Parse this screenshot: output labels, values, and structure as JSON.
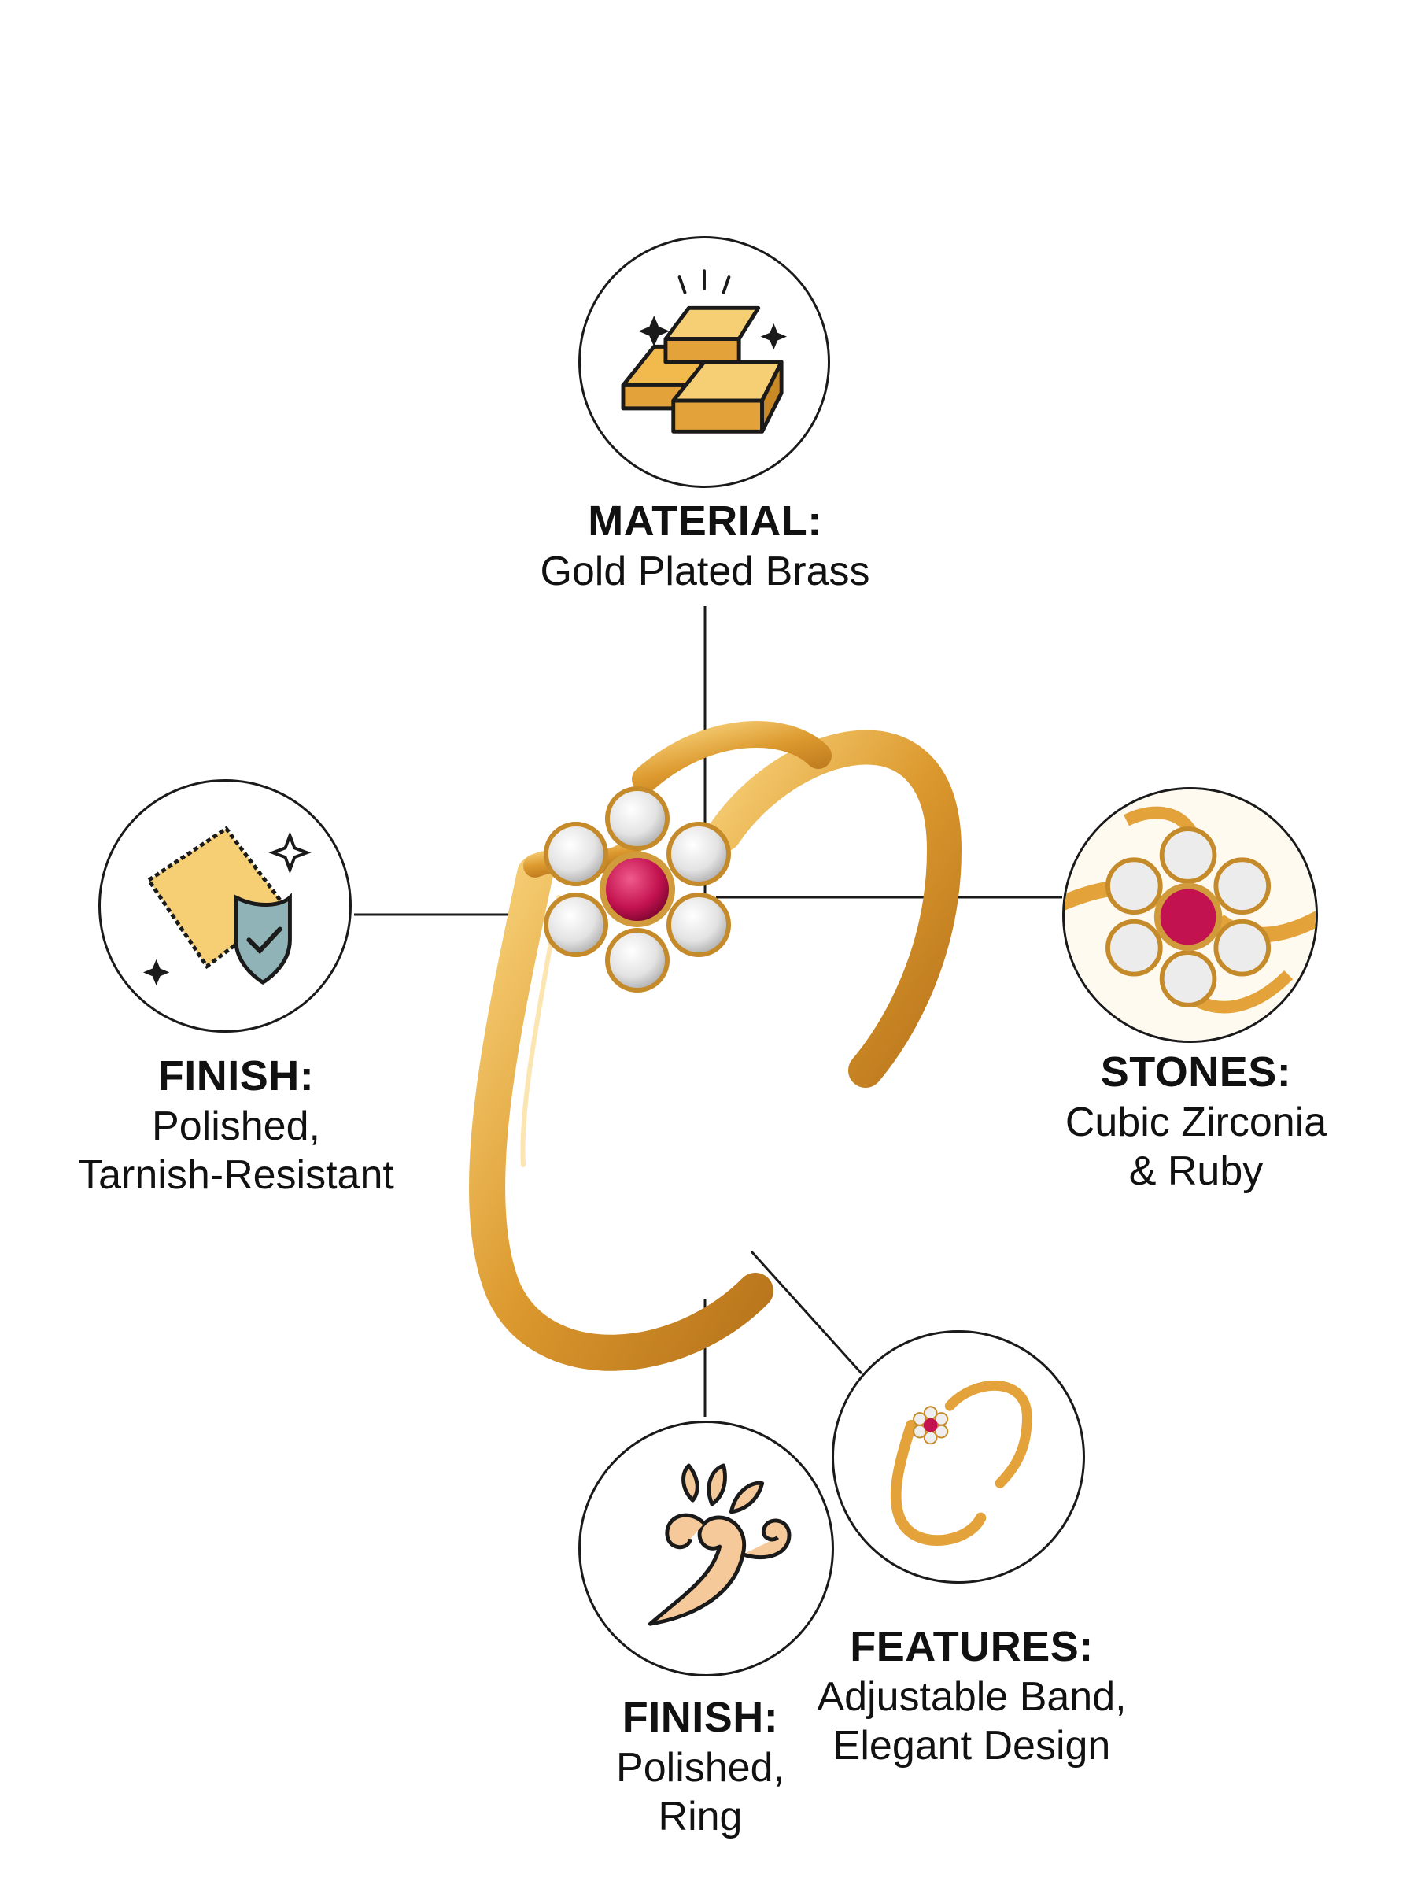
{
  "material": {
    "title": "MATERIAL:",
    "value": "Gold Plated Brass",
    "icon": "gold-bars-icon"
  },
  "finish_left": {
    "title": "FINISH:",
    "value": "Polished,\nTarnish-Resistant",
    "icon": "polishing-cloth-shield-icon"
  },
  "stones": {
    "title": "STONES:",
    "value": "Cubic Zirconia\n& Ruby",
    "icon": "flower-stone-closeup-icon"
  },
  "finish_bottom": {
    "title": "FINISH:",
    "value": "Polished,\nRing",
    "icon": "swirl-icon"
  },
  "features": {
    "title": "FEATURES:",
    "value": "Adjustable Band,\nElegant Design",
    "icon": "ring-thumbnail-icon"
  },
  "colors": {
    "gold": "#e3a23a",
    "gold_light": "#f6cf75",
    "ruby": "#c2124f",
    "line": "#1a1a1a"
  }
}
